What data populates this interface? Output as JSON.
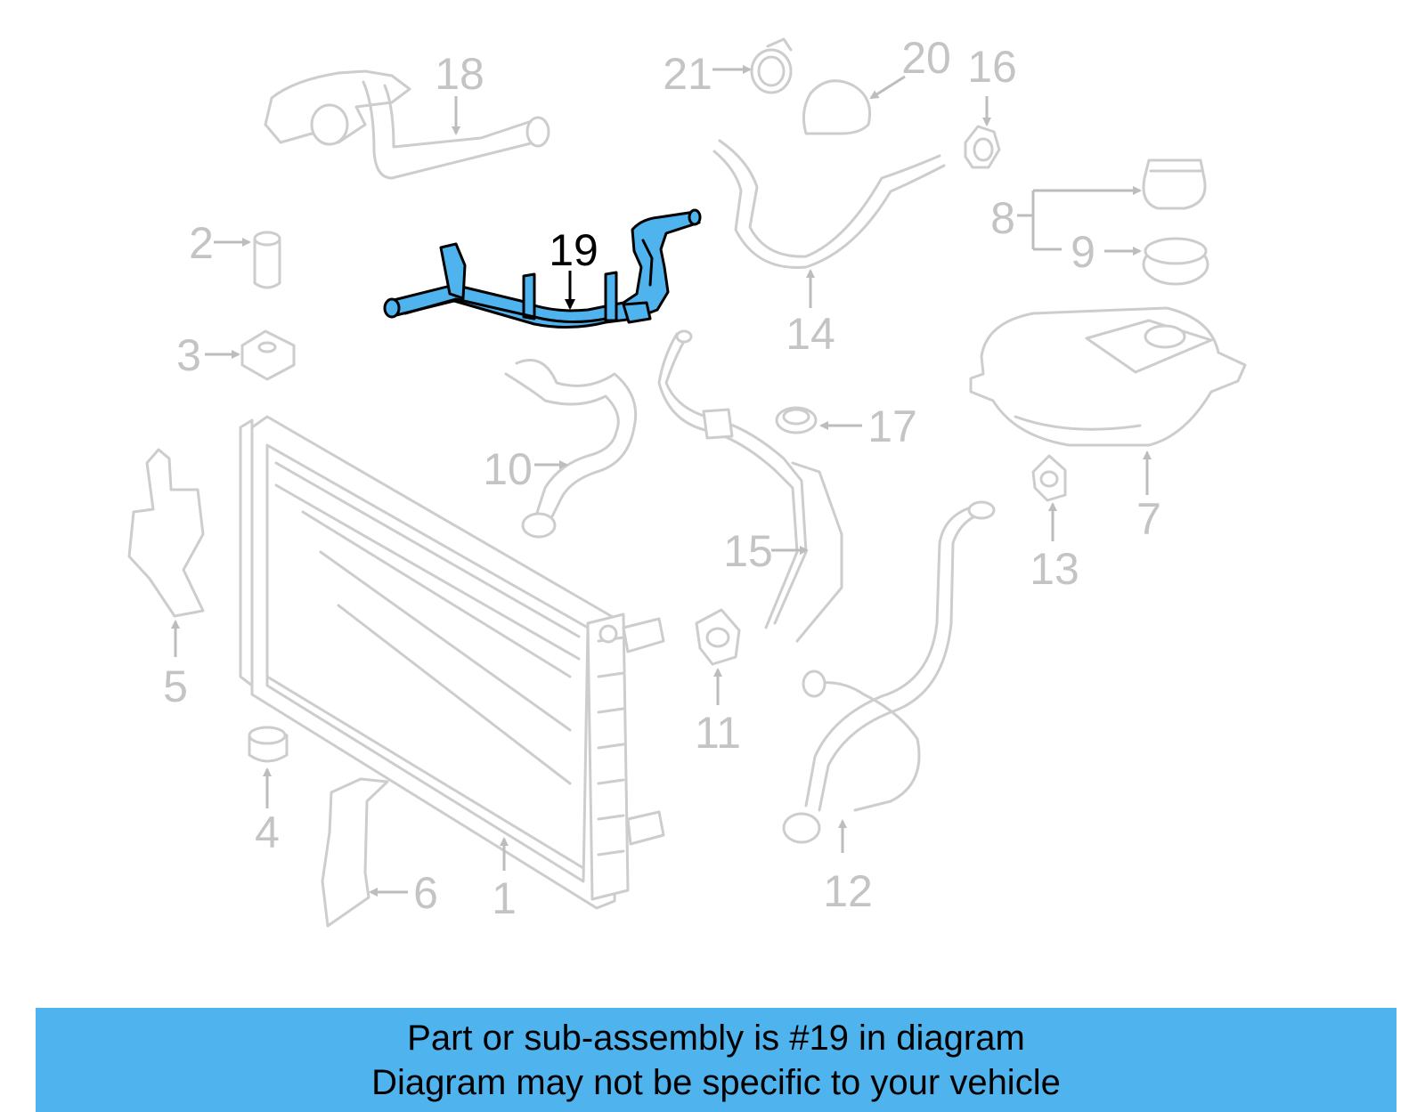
{
  "diagram": {
    "highlight_color": "#4fb3ee",
    "highlighted_part": "19",
    "callouts": {
      "c1": "1",
      "c2": "2",
      "c3": "3",
      "c4": "4",
      "c5": "5",
      "c6": "6",
      "c7": "7",
      "c8": "8",
      "c9": "9",
      "c10": "10",
      "c11": "11",
      "c12": "12",
      "c13": "13",
      "c14": "14",
      "c15": "15",
      "c16": "16",
      "c17": "17",
      "c18": "18",
      "c19": "19",
      "c20": "20",
      "c21": "21"
    }
  },
  "banner": {
    "line1": "Part or sub-assembly is #19 in diagram",
    "line2": "Diagram may not be specific to your vehicle",
    "color": "#4fb3ee"
  }
}
